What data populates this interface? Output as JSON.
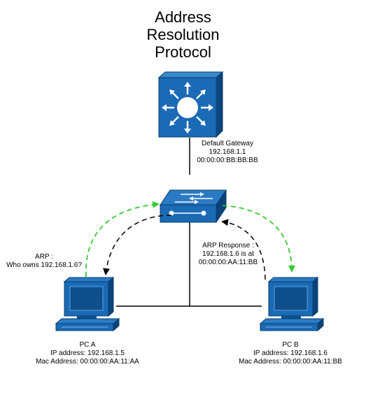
{
  "title": {
    "line1": "Address",
    "line2": "Resolution",
    "line3": "Protocol"
  },
  "gateway": {
    "name": "Default Gateway",
    "ip": "192.168.1.1",
    "mac": "00:00:00:BB:BB:BB"
  },
  "arp_request": {
    "line1": "ARP :",
    "line2": "Who owns 192.168.1.6?"
  },
  "arp_response": {
    "line1": "ARP Response :",
    "line2": "192.168.1.6 is at",
    "line3": "00:00:00:AA:11:BB"
  },
  "pc_a": {
    "name": "PC A",
    "ip": "IP address: 192.168.1.5",
    "mac": "Mac Address: 00:00:00:AA:11:AA"
  },
  "pc_b": {
    "name": "PC B",
    "ip": "IP address: 192.168.1.6",
    "mac": "Mac Address: 00:00:00:AA:11:BB"
  },
  "colors": {
    "device_fill": "#1a6ab5",
    "device_dark": "#0e4f8c",
    "request_arrow": "#33cc33",
    "response_arrow": "#000000"
  }
}
